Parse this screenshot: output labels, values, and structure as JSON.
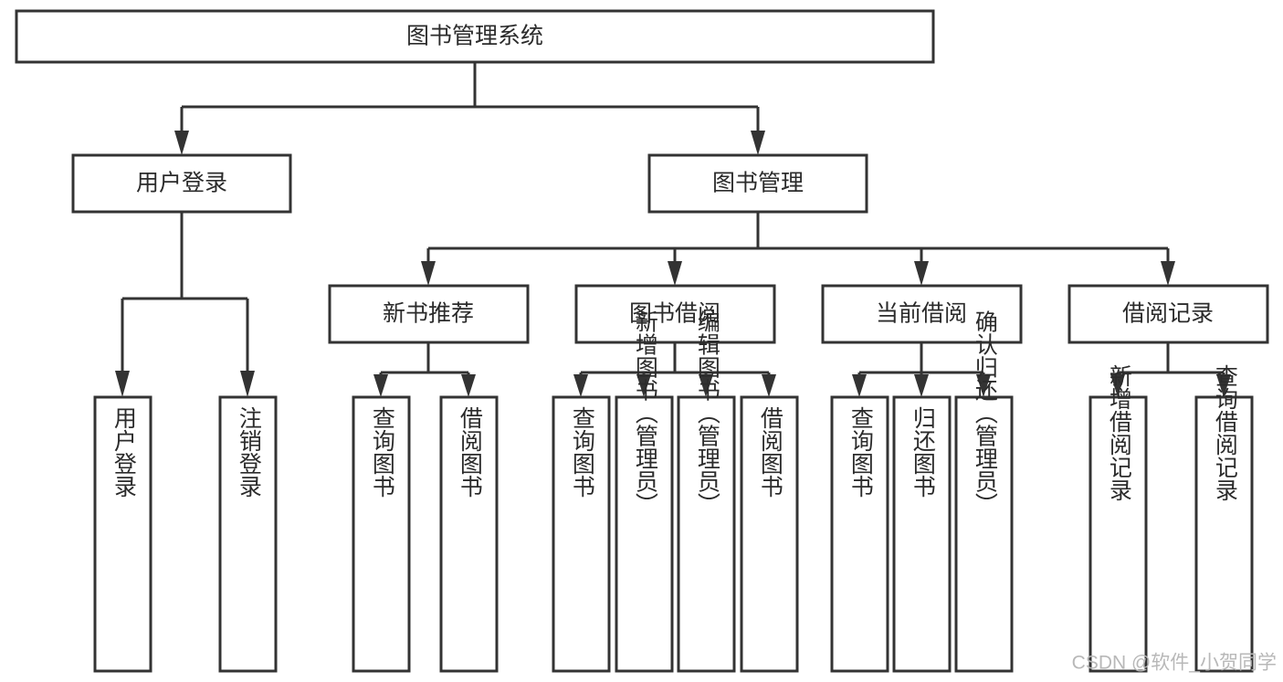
{
  "diagram": {
    "title": "图书管理系统",
    "type": "tree",
    "watermark": "CSDN @软件_小贺同学",
    "colors": {
      "box_stroke": "#333333",
      "box_fill": "#ffffff",
      "text": "#2b2b2b",
      "connector": "#333333",
      "watermark": "#b8b8b8",
      "background": "#ffffff"
    },
    "nodes": {
      "root": {
        "label": "图书管理系统"
      },
      "level2": [
        {
          "label": "用户登录"
        },
        {
          "label": "图书管理"
        }
      ],
      "level3": [
        {
          "label": "新书推荐"
        },
        {
          "label": "图书借阅"
        },
        {
          "label": "当前借阅"
        },
        {
          "label": "借阅记录"
        }
      ],
      "leaves_user_login": [
        {
          "label": "用户登录"
        },
        {
          "label": "注销登录"
        }
      ],
      "leaves_new_book": [
        {
          "label": "查询图书"
        },
        {
          "label": "借阅图书"
        }
      ],
      "leaves_borrow": [
        {
          "label": "查询图书"
        },
        {
          "label": "新增图书（管理员）"
        },
        {
          "label": "编辑图书（管理员）"
        },
        {
          "label": "借阅图书"
        }
      ],
      "leaves_current": [
        {
          "label": "查询图书"
        },
        {
          "label": "归还图书"
        },
        {
          "label": "确认归还（管理员）"
        }
      ],
      "leaves_records": [
        {
          "label": "新增借阅记录"
        },
        {
          "label": "查询借阅记录"
        }
      ]
    }
  }
}
